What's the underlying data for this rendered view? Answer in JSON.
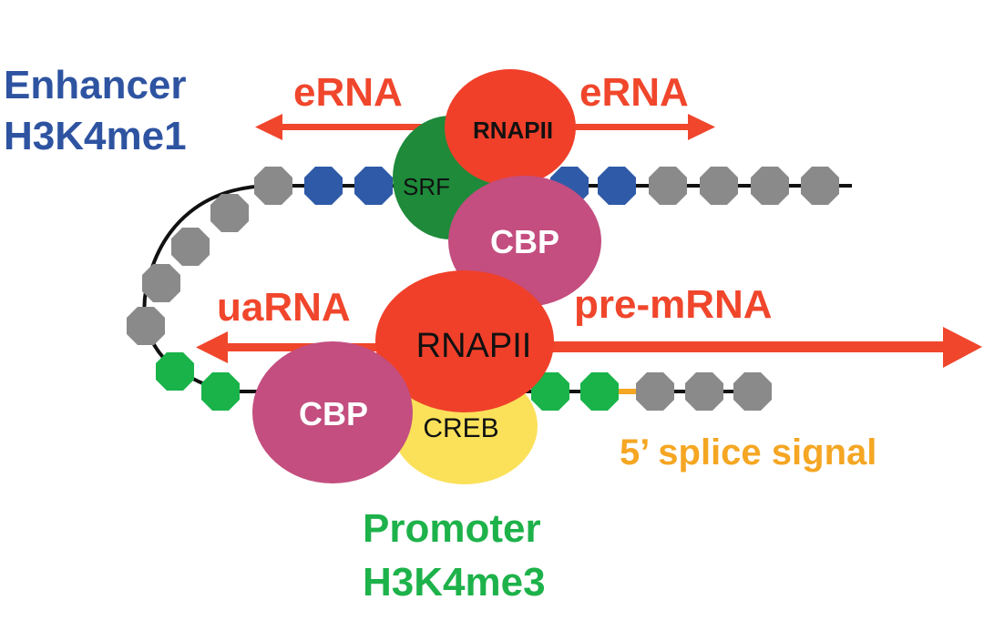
{
  "labels": {
    "enhancer": "Enhancer",
    "enhancer_mark": "H3K4me1",
    "erna_left": "eRNA",
    "erna_right": "eRNA",
    "uarna": "uaRNA",
    "pre_mrna": "pre-mRNA",
    "splice_signal": "5’ splice signal",
    "promoter": "Promoter",
    "promoter_mark": "H3K4me3"
  },
  "proteins": {
    "srf": "SRF",
    "rnapii_enhancer": "RNAPII",
    "cbp_enhancer": "CBP",
    "rnapii_promoter": "RNAPII",
    "cbp_promoter": "CBP",
    "creb": "CREB"
  },
  "colors": {
    "enhancer_text": "#2e53a1",
    "promoter_text": "#1db24a",
    "rna_arrow": "#f0462c",
    "rnapii": "#f0402a",
    "cbp": "#c34e7f",
    "srf": "#1e8a3a",
    "creb": "#fbe15a",
    "nucleosome_grey": "#8a8a8a",
    "nucleosome_blue": "#2f5aa8",
    "nucleosome_green": "#19b34a",
    "splice_signal": "#f5a623",
    "dna": "#111111"
  }
}
